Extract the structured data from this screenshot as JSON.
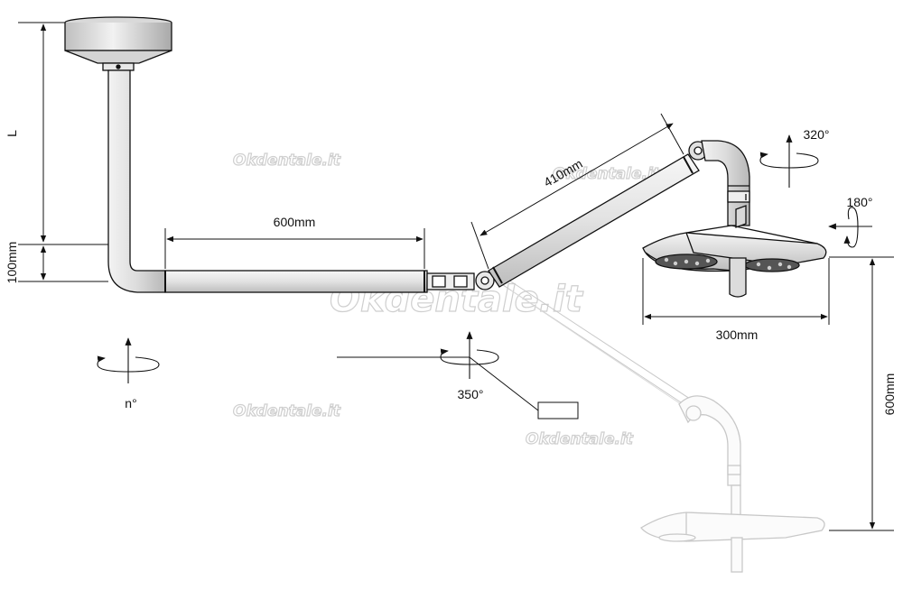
{
  "dimensions": {
    "ceiling_length": "L",
    "elbow_drop": "100mm",
    "horizontal_arm": "600mm",
    "spring_arm": "410mm",
    "lamp_width": "300mm",
    "vertical_travel": "600mm"
  },
  "rotations": {
    "ceiling_axis": "n°",
    "arm_joint": "350°",
    "yoke": "320°",
    "lamp_head": "180°"
  },
  "watermark": "Okdentale.it",
  "colors": {
    "line": "#111111",
    "arm_fill": "#e6e6e6",
    "ghost": "#bbbbbb"
  }
}
